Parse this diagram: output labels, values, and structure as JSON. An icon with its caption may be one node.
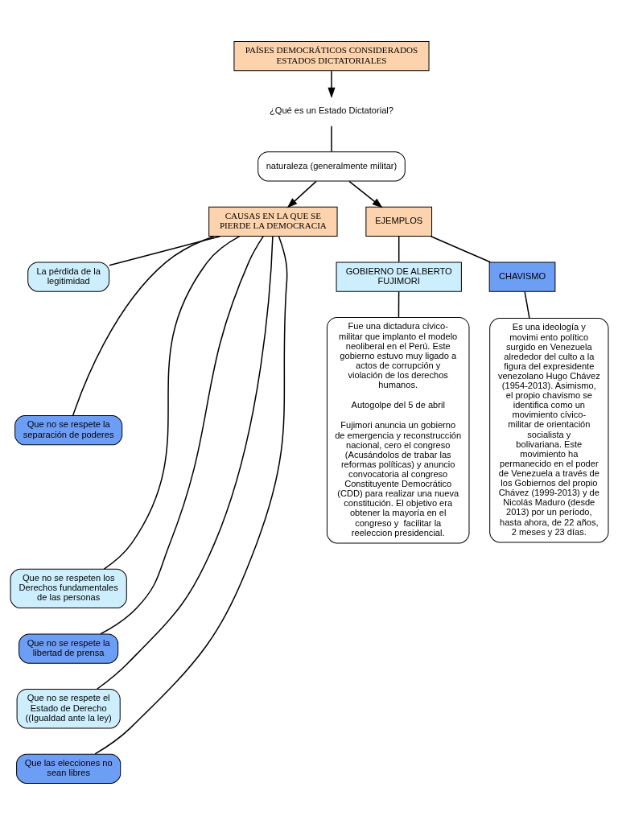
{
  "diagram": {
    "nodes": [
      {
        "text": [
          "PAÍSES DEMOCRÁTICOS CONSIDERADOS ESTADOS DICTATORIALES"
        ]
      },
      {
        "text": [
          "¿Qué es un Estado Dictatorial?"
        ]
      },
      {
        "text": [
          "naturaleza (generalmente militar)"
        ]
      },
      {
        "text": [
          "CAUSAS EN LA QUE SE PIERDE LA DEMOCRACIA"
        ]
      },
      {
        "text": [
          "EJEMPLOS"
        ]
      },
      {
        "text": [
          "GOBIERNO DE ALBERTO FUJIMORI"
        ]
      },
      {
        "text": [
          "CHAVISMO"
        ]
      },
      {
        "text": [
          "Fue una dictadura cívico-militar que implanto el modelo neoliberal en el Perú. Este gobierno estuvo muy ligado a actos de corrupción y violación de los derechos humanos.",
          "Autogolpe del 5 de abril",
          "Fujimori anuncia un gobierno de emergencia y reconstrucción nacional, cero el congreso (Acusándolos de trabar las reformas políticas) y anuncio convocatoria al congreso Constituyente Democrático (CDD) para realizar una nueva constitución. El objetivo era obtener la mayoría en el congreso y  facilitar la reeleccion presidencial."
        ]
      },
      {
        "text": [
          "Es una ideología y movimi ento político surgido en Venezuela alrededor del culto a la figura del expresidente venezolano Hugo Chávez (1954-2013). Asimismo, el propio chavismo se identifica como un movimiento cívico-militar de orientación socialista y bolivariana. Este movimiento ha permanecido en el poder de Venezuela a través de los Gobiernos del propio Chávez (1999-2013) y de Nicolás Maduro (desde 2013) por un período, hasta ahora, de 22 años, 2 meses y 23 días."
        ]
      },
      {
        "text": [
          "La pérdida de la legitimidad"
        ]
      },
      {
        "text": [
          "Que no se respete la separación de poderes"
        ]
      },
      {
        "text": [
          "Que no se respeten los Derechos fundamentales de las personas"
        ]
      },
      {
        "text": [
          "Que no se respete la libertad de prensa"
        ]
      },
      {
        "text": [
          "Que no se respete el Estado de Derecho ((Igualdad ante la ley)"
        ]
      },
      {
        "text": [
          "Que las elecciones no sean libres"
        ]
      }
    ],
    "edges": [
      {
        "from": 0,
        "to": 1,
        "arrow": "to"
      },
      {
        "from": 1,
        "to": 2,
        "arrow": "none"
      },
      {
        "from": 2,
        "to": 3,
        "arrow": "to"
      },
      {
        "from": 2,
        "to": 4,
        "arrow": "to"
      },
      {
        "from": 3,
        "to": 9,
        "arrow": "none"
      },
      {
        "from": 3,
        "to": 10,
        "arrow": "none"
      },
      {
        "from": 3,
        "to": 11,
        "arrow": "none"
      },
      {
        "from": 3,
        "to": 12,
        "arrow": "none"
      },
      {
        "from": 3,
        "to": 13,
        "arrow": "none"
      },
      {
        "from": 3,
        "to": 14,
        "arrow": "none"
      },
      {
        "from": 4,
        "to": 5,
        "arrow": "none"
      },
      {
        "from": 4,
        "to": 6,
        "arrow": "none"
      },
      {
        "from": 5,
        "to": 7,
        "arrow": "none"
      },
      {
        "from": 6,
        "to": 8,
        "arrow": "none"
      }
    ]
  }
}
